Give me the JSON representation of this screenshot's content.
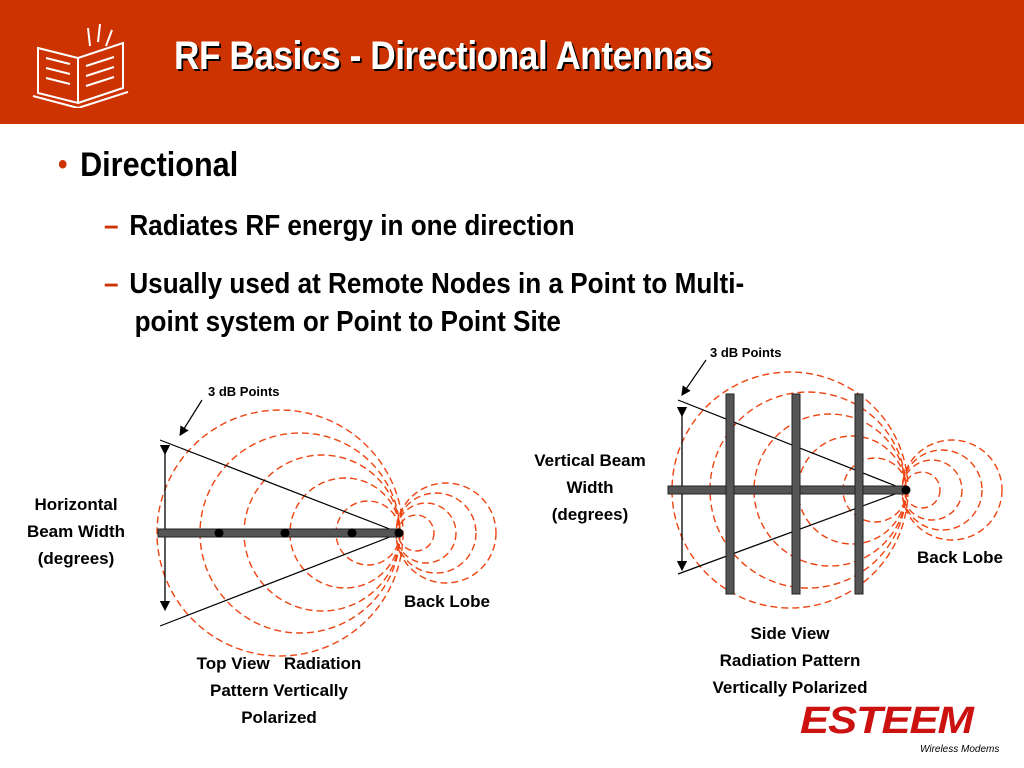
{
  "slide": {
    "title": "RF Basics - Directional Antennas",
    "bullet": "Directional",
    "sub_bullets": [
      {
        "text": "Radiates RF energy in one direction"
      },
      {
        "line1": "Usually used at Remote Nodes in a Point to Multi-",
        "line2": "point system or Point to Point Site"
      }
    ]
  },
  "left_diagram": {
    "db_label": "3 dB Points",
    "beam_label": [
      "Horizontal",
      "Beam Width",
      "(degrees)"
    ],
    "back_lobe": "Back Lobe",
    "caption": [
      "Top View   Radiation",
      "Pattern Vertically",
      "Polarized"
    ]
  },
  "right_diagram": {
    "db_label": "3 dB Points",
    "beam_label": [
      "Vertical Beam",
      "Width",
      "(degrees)"
    ],
    "back_lobe": "Back Lobe",
    "caption": [
      "Side View",
      "Radiation Pattern",
      "Vertically Polarized"
    ]
  },
  "logo": {
    "name": "ESTEEM",
    "tagline": "Wireless Modems"
  },
  "colors": {
    "header": "#cc3300",
    "pattern": "#ee4411",
    "accent": "#cc3300",
    "logo": "#cc1111"
  }
}
